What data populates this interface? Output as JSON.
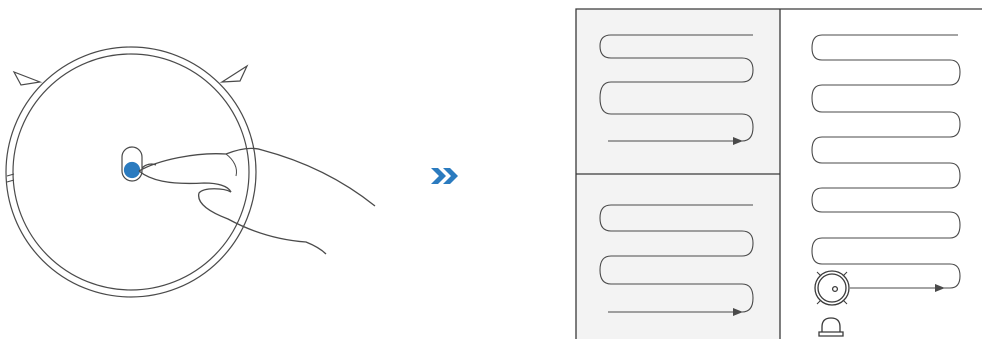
{
  "illustration": {
    "step": "press-power-button",
    "robot": "robot-vacuum-top-view",
    "gesture": "finger-press"
  },
  "separator": {
    "glyph": "»",
    "color": "#2b7bbf"
  },
  "map": {
    "rooms": [
      {
        "id": "room-top-left",
        "shaded": true,
        "path_style": "zigzag"
      },
      {
        "id": "room-bottom-left",
        "shaded": true,
        "path_style": "zigzag"
      },
      {
        "id": "room-right",
        "shaded": false,
        "path_style": "zigzag"
      }
    ],
    "robot_icon": "robot-vacuum-icon",
    "dock_icon": "charging-dock-icon"
  },
  "colors": {
    "line": "#4a4a4a",
    "button_accent": "#2b7bbf",
    "room_fill": "#f3f3f3",
    "background": "#ffffff"
  }
}
